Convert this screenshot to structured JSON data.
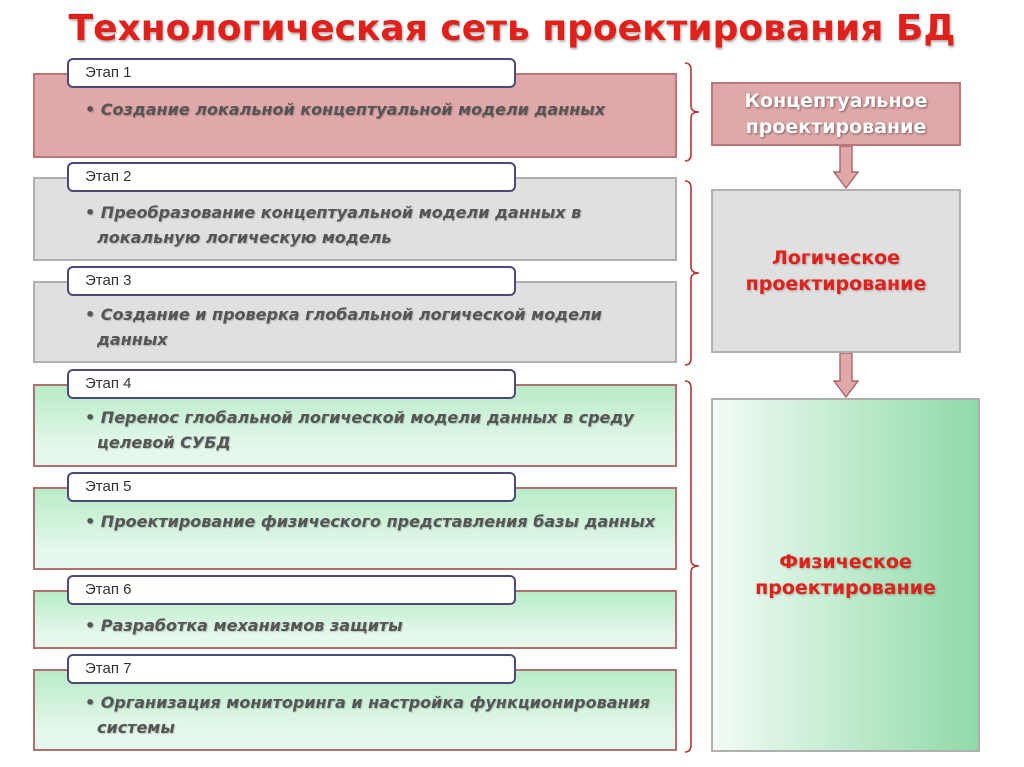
{
  "title": "Технологическая сеть проектирования БД",
  "stages": [
    {
      "label": "Этап 1",
      "text": "• Создание локальной концептуальной модели данных"
    },
    {
      "label": "Этап 2",
      "text": "• Преобразование концептуальной модели данных в локальную логическую модель"
    },
    {
      "label": "Этап 3",
      "text": "• Создание и проверка глобальной логической модели данных"
    },
    {
      "label": "Этап 4",
      "text": "• Перенос глобальной логической модели данных в среду целевой СУБД"
    },
    {
      "label": "Этап 5",
      "text": "• Проектирование физического представления базы данных"
    },
    {
      "label": "Этап 6",
      "text": "• Разработка механизмов защиты"
    },
    {
      "label": "Этап 7",
      "text": "• Организация мониторинга и настройка функционирования системы"
    }
  ],
  "phases": {
    "conceptual": "Концептуальное проектирование",
    "logical": "Логическое проектирование",
    "physical": "Физическое проектирование"
  },
  "colors": {
    "title": "#e0201b",
    "conceptual": "#e0a8a8",
    "logical": "#e0e0e0",
    "physical": "#b8ecc8"
  }
}
